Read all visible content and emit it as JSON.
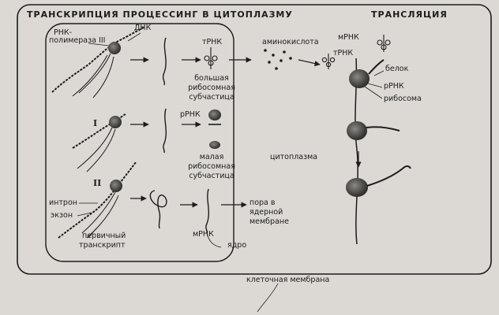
{
  "headers": {
    "left": "ТРАНСКРИПЦИЯ ПРОЦЕССИНГ В ЦИТОПЛАЗМУ",
    "right": "ТРАНСЛЯЦИЯ"
  },
  "labels": {
    "rna_polymerase_1": "РНК-",
    "rna_polymerase_2": "полимераза III",
    "dna": "ДНК",
    "trna_top": "тРНК",
    "amino_acid": "аминокислота",
    "large_sub_1": "большая",
    "large_sub_2": "рибосомная",
    "large_sub_3": "субчастица",
    "rrna_mid": "рРНК",
    "small_sub_1": "малая",
    "small_sub_2": "рибосомная",
    "small_sub_3": "субчастица",
    "roman_1": "I",
    "roman_2": "II",
    "intron": "интрон",
    "exon": "экзон",
    "primary_1": "первичный",
    "primary_2": "транскрипт",
    "mrna_bottom": "мРНК",
    "pore_1": "пора в",
    "pore_2": "ядерной",
    "pore_3": "мембране",
    "nucleus": "ядро",
    "cytoplasm": "цитоплазма",
    "mrna_right": "мРНК",
    "trna_right": "тРНК",
    "protein": "белок",
    "rrna_right": "рРНК",
    "ribosome": "рибосома",
    "cell_membrane": "клеточная мембрана"
  }
}
